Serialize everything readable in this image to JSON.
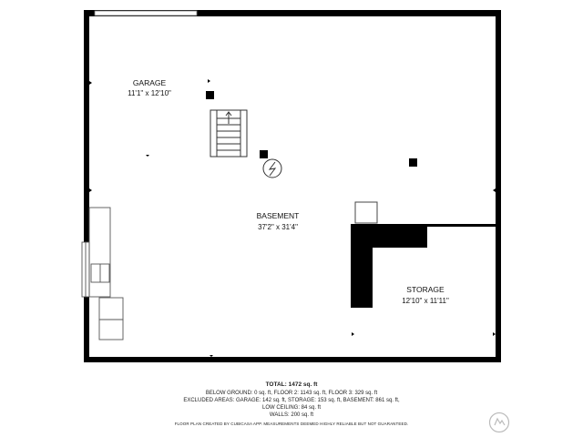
{
  "rooms": {
    "garage": {
      "name": "GARAGE",
      "dims": "11'1\" x 12'10\""
    },
    "basement": {
      "name": "BASEMENT",
      "dims": "37'2\" x 31'4\""
    },
    "storage": {
      "name": "STORAGE",
      "dims": "12'10\" x 11'11\""
    }
  },
  "footer": {
    "total": "TOTAL: 1472 sq. ft",
    "below_ground": "BELOW GROUND: 0 sq. ft, FLOOR 2: 1143 sq. ft, FLOOR 3: 329 sq. ft",
    "excluded": "EXCLUDED AREAS: GARAGE: 142 sq. ft, STORAGE: 153 sq. ft, BASEMENT: 861 sq. ft,",
    "low_ceiling": "LOW CEILING: 84 sq. ft",
    "walls": "WALLS: 200 sq. ft",
    "disclaimer": "FLOOR PLAN CREATED BY CUBICASA APP. MEASUREMENTS DEEMED HIGHLY RELIABLE BUT NOT GUARANTEED."
  },
  "logo": {
    "icon": "listing-logo-icon"
  },
  "colors": {
    "wall": "#000000",
    "fixture": "#555555",
    "background": "#ffffff"
  }
}
